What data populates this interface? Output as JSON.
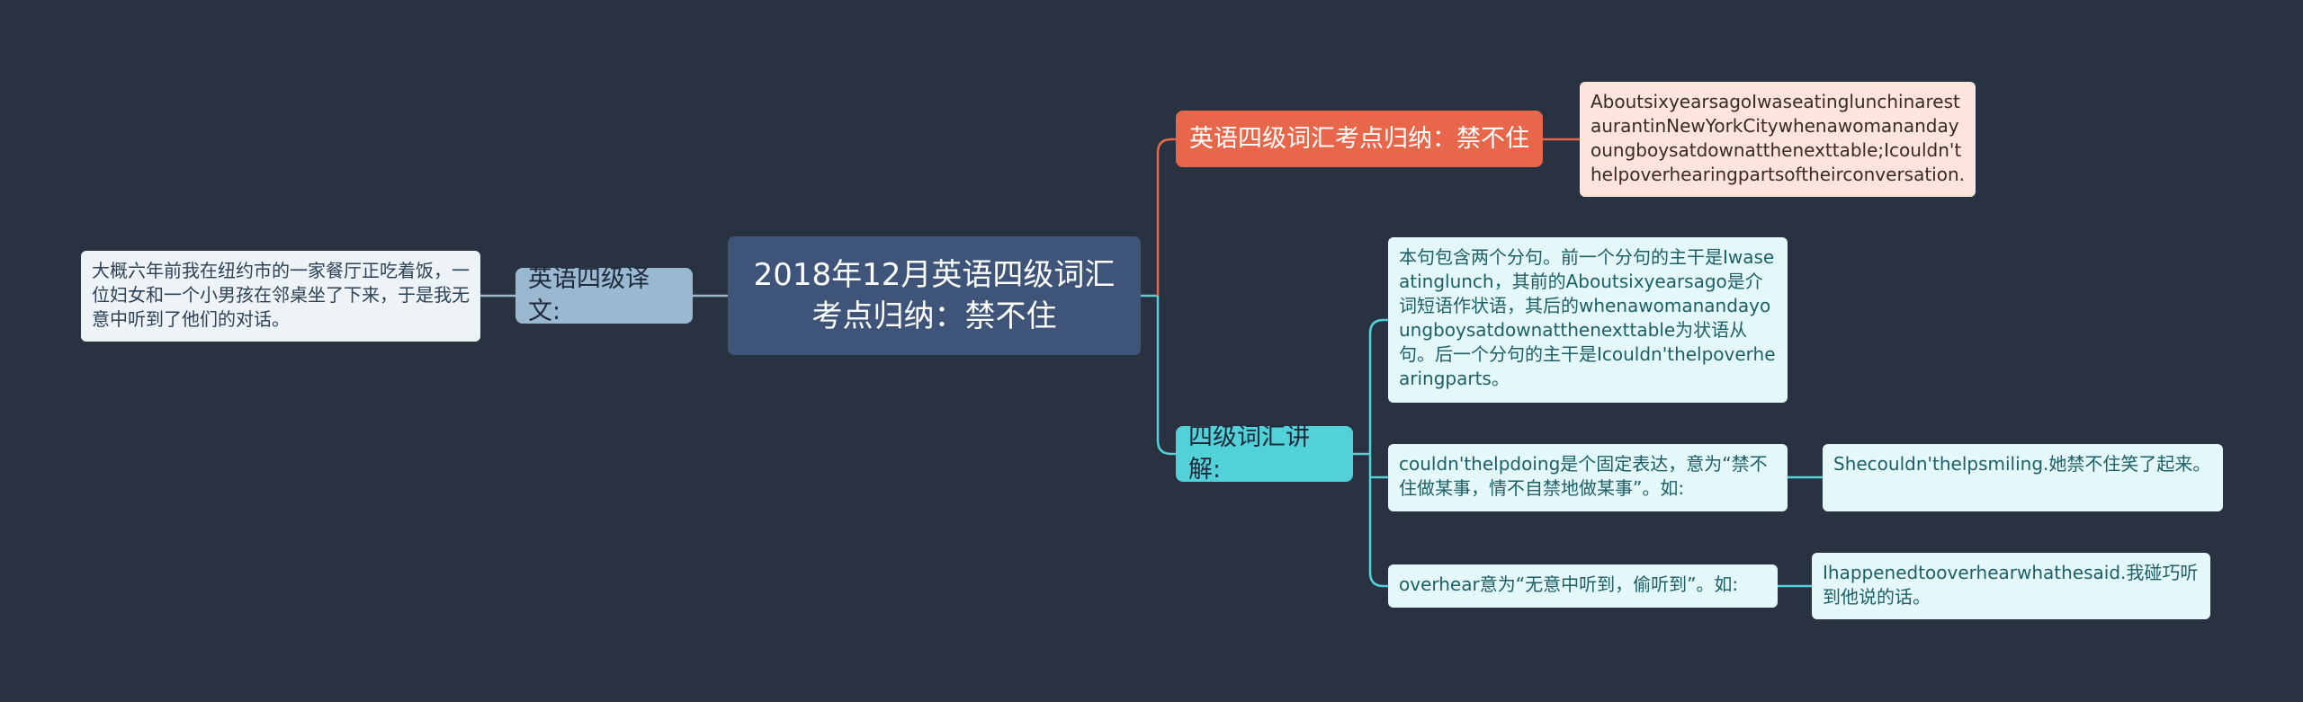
{
  "root": {
    "title": "2018年12月英语四级词汇考点归纳：禁不住"
  },
  "branches": {
    "left": {
      "label": "英语四级译文:",
      "leaf": "大概六年前我在纽约市的一家餐厅正吃着饭，一位妇女和一个小男孩在邻桌坐了下来，于是我无意中听到了他们的对话。"
    },
    "red": {
      "label": "英语四级词汇考点归纳：禁不住",
      "leaf": "AboutsixyearsagoIwaseatinglunchinarestaurantinNewYorkCitywhenawomanandayoungboysatdownatthenexttable;Icouldn'thelpoverhearingpartsoftheirconversation."
    },
    "cyan": {
      "label": "四级词汇讲解:",
      "leaves": [
        "本句包含两个分句。前一个分句的主干是Iwaseatinglunch，其前的Aboutsixyearsago是介词短语作状语，其后的whenawomanandayoungboysatdownatthenexttable为状语从句。后一个分句的主干是Icouldn'thelpoverhearingparts。",
        "couldn'thelpdoing是个固定表达，意为“禁不住做某事，情不自禁地做某事”。如:",
        "overhear意为“无意中听到，偷听到”。如:"
      ],
      "examples": [
        "Shecouldn'thelpsmiling.她禁不住笑了起来。",
        "Ihappenedtooverhearwhathesaid.我碰巧听到他说的话。"
      ]
    }
  },
  "colors": {
    "background": "#283241",
    "root": "#3e5478",
    "branch_left": "#9ab8cf",
    "branch_red": "#e8674a",
    "branch_cyan": "#52d1d9",
    "leaf_grey": "#eef3f7",
    "leaf_pink": "#fde4dc",
    "leaf_cyan": "#e4f8f9"
  }
}
